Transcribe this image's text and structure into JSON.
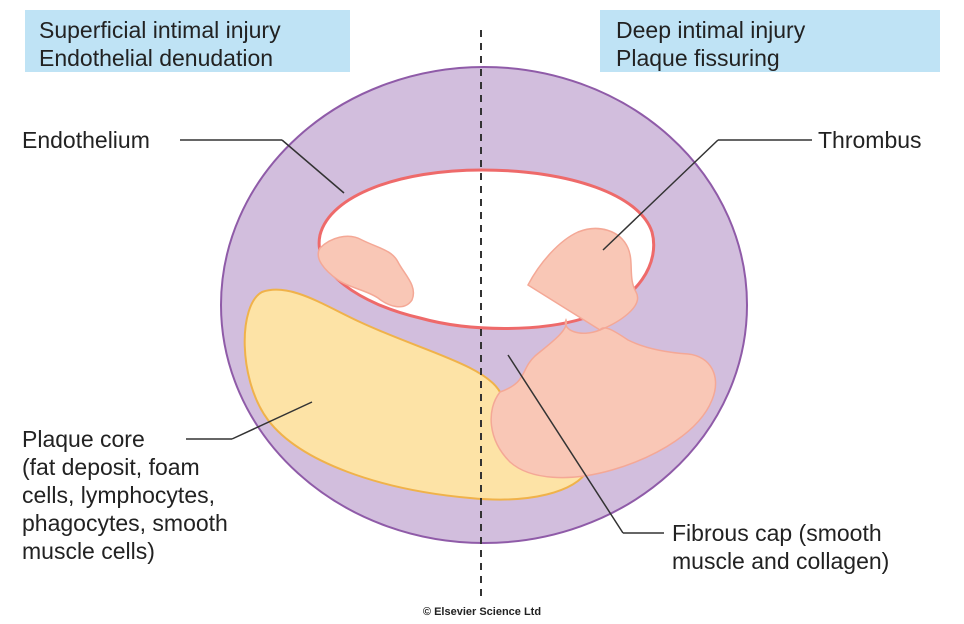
{
  "header": {
    "left": [
      "Superficial intimal injury",
      "Endothelial denudation"
    ],
    "right": [
      "Deep intimal injury",
      "Plaque fissuring"
    ]
  },
  "labels": {
    "endothelium": "Endothelium",
    "thrombus": "Thrombus",
    "plaque_core": [
      "Plaque core",
      "(fat deposit, foam",
      "cells, lymphocytes,",
      "phagocytes, smooth",
      "muscle cells)"
    ],
    "fibrous_cap": [
      "Fibrous cap (smooth",
      "muscle and collagen)"
    ]
  },
  "copyright": "© Elsevier Science Ltd",
  "colors": {
    "header_bg": "#bfe3f5",
    "vessel_wall": "#d2bedd",
    "vessel_outline": "#8f5ba8",
    "endothelium": "#ee6a6a",
    "thrombus": "#f9c7b6",
    "plaque_core": "#fde3a6",
    "plaque_outline": "#f0b24a"
  }
}
